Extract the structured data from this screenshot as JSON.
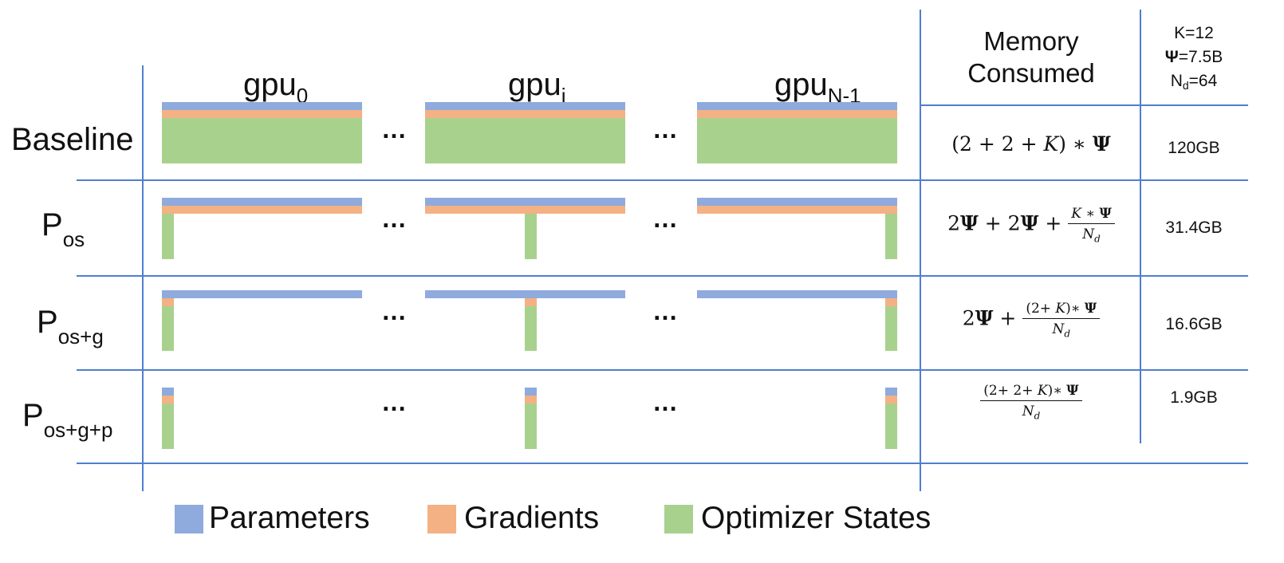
{
  "columns": {
    "gpu_first": {
      "base": "gpu",
      "sub": "0"
    },
    "gpu_mid": {
      "base": "gpu",
      "sub": "i"
    },
    "gpu_last": {
      "base": "gpu",
      "sub": "N-1"
    },
    "ellipsis": "…"
  },
  "header": {
    "memory_line1": "Memory",
    "memory_line2": "Consumed",
    "params": {
      "k": "K=12",
      "psi_symbol": "Ψ",
      "psi_value": "=7.5B",
      "nd_base": "N",
      "nd_sub": "d",
      "nd_value": "=64"
    }
  },
  "rows": [
    {
      "label": "Baseline",
      "label_sub": "",
      "memory": "120GB",
      "formula": {
        "pre": "(2 + 2 + ",
        "k": "K",
        "post": ") ∗ ",
        "psi": "Ψ"
      }
    },
    {
      "label": "P",
      "label_sub": "os",
      "memory": "31.4GB",
      "formula": {
        "pre": "2",
        "psi1": "Ψ",
        "mid": " + 2",
        "psi2": "Ψ",
        "plus": " + ",
        "num_k": "K",
        "num_op": " ∗ ",
        "num_psi": "Ψ",
        "den_base": "N",
        "den_sub": "d"
      }
    },
    {
      "label": "P",
      "label_sub": "os+g",
      "memory": "16.6GB",
      "formula": {
        "pre": "2",
        "psi1": "Ψ",
        "plus": " + ",
        "num_pre": "(2+ ",
        "num_k": "K",
        "num_post": ")∗ ",
        "num_psi": "Ψ",
        "den_base": "N",
        "den_sub": "d"
      }
    },
    {
      "label": "P",
      "label_sub": "os+g+p",
      "memory": "1.9GB",
      "formula": {
        "num_pre": "(2+ 2+ ",
        "num_k": "K",
        "num_post": ")∗ ",
        "num_psi": "Ψ",
        "den_base": "N",
        "den_sub": "d"
      }
    }
  ],
  "legend": [
    {
      "label": "Parameters",
      "color": "#8faadc"
    },
    {
      "label": "Gradients",
      "color": "#f4b183"
    },
    {
      "label": "Optimizer States",
      "color": "#a9d18e"
    }
  ]
}
